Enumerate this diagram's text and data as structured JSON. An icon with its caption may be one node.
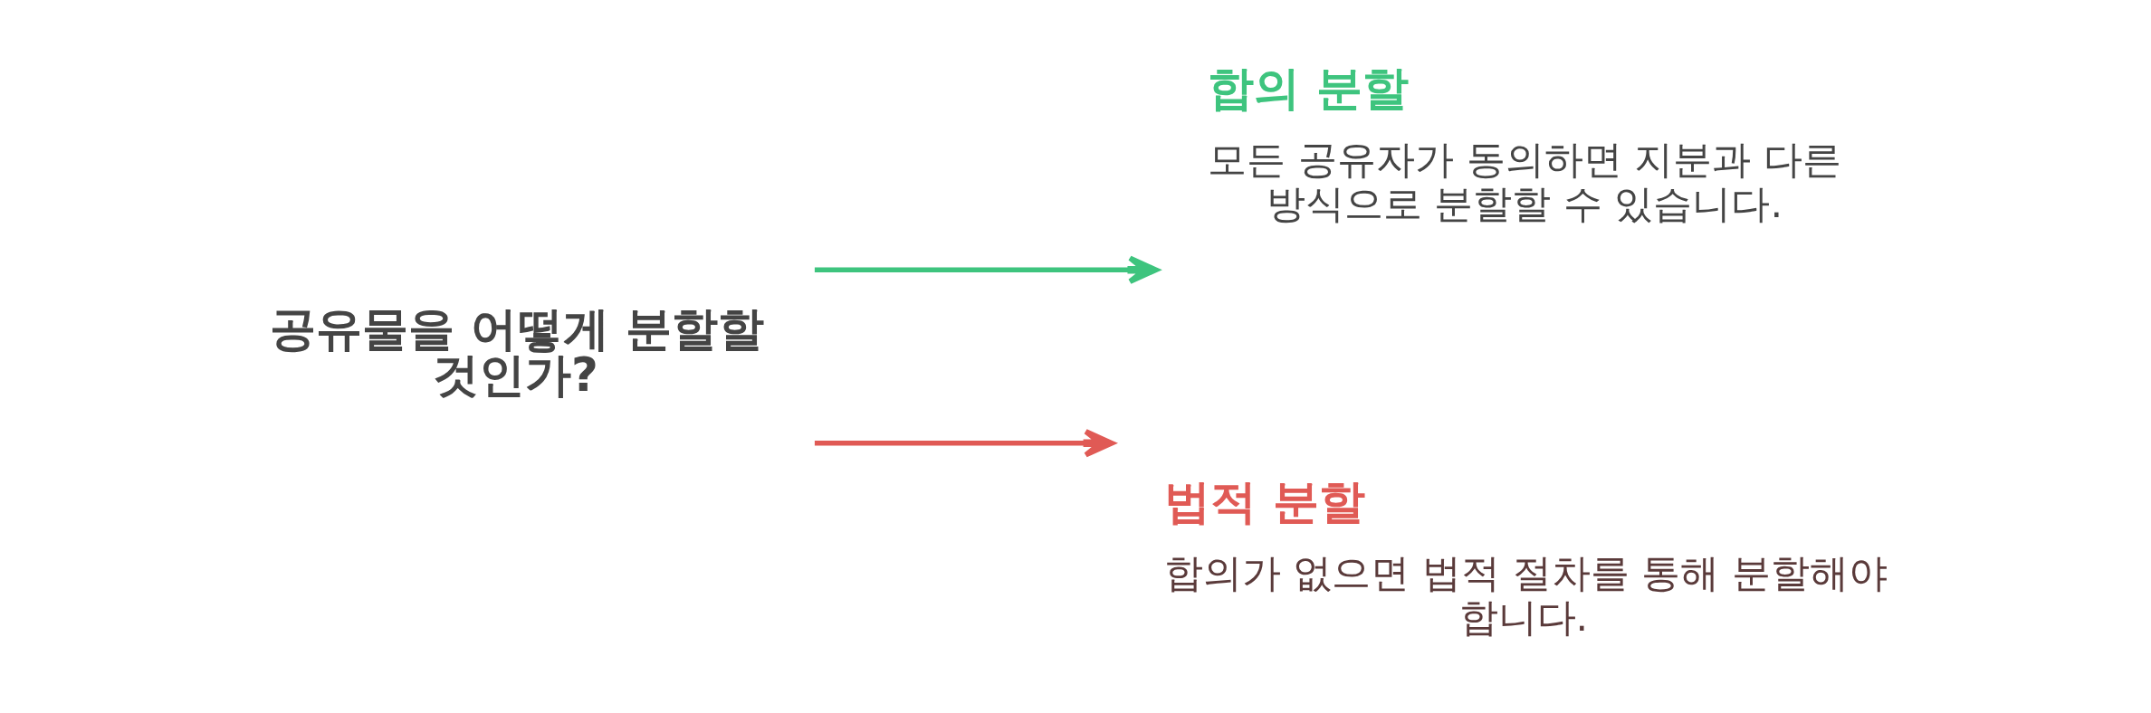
{
  "diagram": {
    "nodes": [
      {
        "text": [
          "공유물을 어떻게 분할할 것인가?"
        ]
      },
      {
        "text": [
          "합의 분할",
          "모든 공유자가 동의하면 지분과 다른 방식으로 분할할 수 있습니다."
        ]
      },
      {
        "text": [
          "법적 분할",
          "합의가 없으면 법적 절차를 통해 분할해야 합니다."
        ]
      }
    ],
    "edges": [
      {
        "from": 0,
        "to": 1,
        "arrow": "to",
        "color": "#3ec47e"
      },
      {
        "from": 0,
        "to": 2,
        "arrow": "to",
        "color": "#e05a55"
      }
    ]
  }
}
